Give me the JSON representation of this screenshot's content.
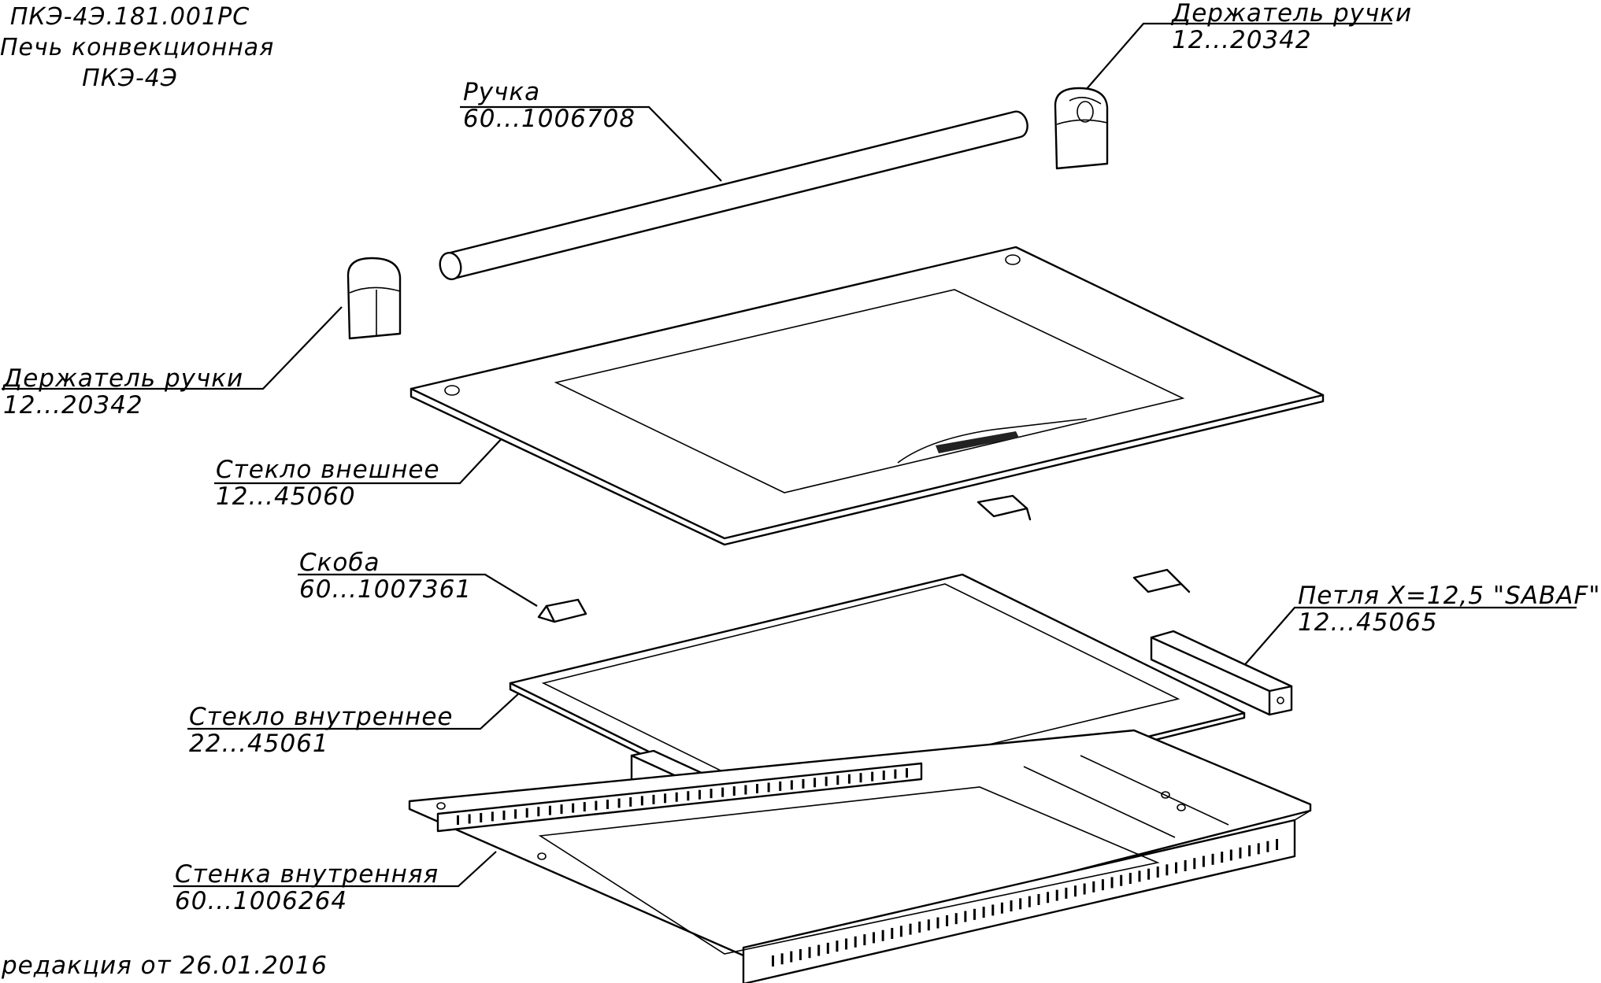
{
  "title_block": {
    "doc_code": "ПКЭ-4Э.181.001РС",
    "product_line1": "Печь конвекционная",
    "product_line2": "ПКЭ-4Э"
  },
  "parts": [
    {
      "id": "holder_right",
      "name": "Держатель ручки",
      "code": "12...20342"
    },
    {
      "id": "handle",
      "name": "Ручка",
      "code": "60...1006708"
    },
    {
      "id": "holder_left",
      "name": "Держатель ручки",
      "code": "12...20342"
    },
    {
      "id": "outer_glass",
      "name": "Стекло внешнее",
      "code": "12...45060"
    },
    {
      "id": "bracket",
      "name": "Скоба",
      "code": "60...1007361"
    },
    {
      "id": "hinge",
      "name": "Петля X=12,5 \"SABAF\"",
      "code": "12...45065"
    },
    {
      "id": "inner_glass",
      "name": "Стекло внутреннее",
      "code": "22...45061"
    },
    {
      "id": "inner_wall",
      "name": "Стенка внутренняя",
      "code": "60...1006264"
    }
  ],
  "revision": "редакция от 26.01.2016"
}
